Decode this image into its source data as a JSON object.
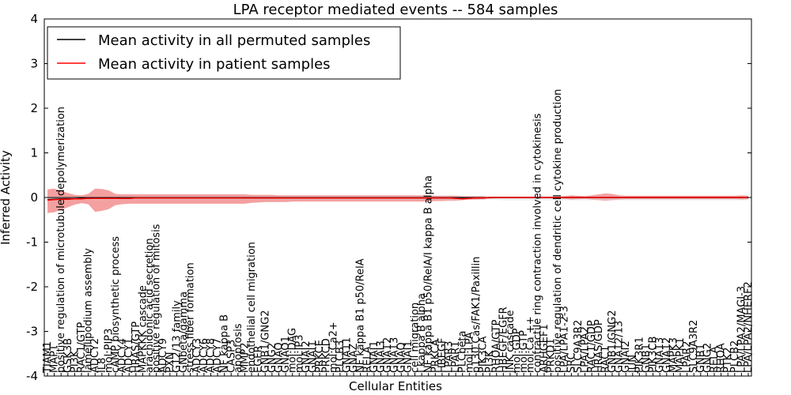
{
  "chart_data": {
    "type": "line",
    "title": "LPA receptor mediated events -- 584 samples",
    "xlabel": "Cellular Entities",
    "ylabel": "Inferred Activity",
    "ylim": [
      -4,
      4
    ],
    "yticks": [
      -4,
      -3,
      -2,
      -1,
      0,
      1,
      2,
      3,
      4
    ],
    "grid": false,
    "legend_position": "top-left",
    "legend": [
      {
        "label": "Mean activity in all permuted samples",
        "color": "#000000"
      },
      {
        "label": "Mean activity in patient samples",
        "color": "#ff0000"
      }
    ],
    "x_labels": [
      "TIAM1",
      "MAPT",
      "positive regulation of microtubule depolymerization",
      "GSK3B",
      "PI3K",
      "RAC1/GTP",
      "lamellipodium assembly",
      "ADCY2",
      "IL8",
      "mol:PIP3",
      "cAMP biosynthetic process",
      "ADCY4",
      "ADCY1",
      "HRAS/GTP",
      "MAPKKK cascade",
      "arachidonic acid secretion",
      "positive regulation of mitosis",
      "ADCY9",
      "PXN",
      "G12/13 family",
      "GNbeta/gamma",
      "stress fiber formation",
      "ADCY3",
      "ADCY6",
      "ADCY8",
      "ADCY7",
      "NF kappa B",
      "CASP3",
      "apoptosis",
      "MMP2",
      "endothelial cell migration",
      "EGFR",
      "GNB1/GNG2",
      "GNG2",
      "GNAQ",
      "GNAO1",
      "mol:DAG",
      "mol:IP3",
      "GNAI2",
      "GNAI1",
      "PRKCE",
      "PRKCD",
      "mol:Ca2+",
      "PLCB3",
      "GNA11",
      "GNAZ",
      "NF kappa B1 p50/RelA",
      "RELA",
      "GNAI1",
      "GNAI3",
      "GNA12",
      "GNA13",
      "GNAQ",
      "GNAI1",
      "cell migration",
      "I kappa B alpha",
      "NF kappa B1 p50/RelA/I kappa B alpha",
      "PRKCA",
      "HBEGF",
      "LPAR3",
      "LPAR1",
      "PLCbeta",
      "mol:LPA",
      "p130 Cas/FAK1/Paxillin",
      "PIK3CA",
      "PI3K",
      "RHOA/GTP",
      "HBEGF/EGFR",
      "JNK cascade",
      "mol:GDP",
      "mol:GTP",
      "mol:Ca ++",
      "contractile ring contraction involved in cytokinesis",
      "ARHGEF1",
      "PRKD1",
      "positive regulation of dendritic cell cytokine production",
      "LPA/LPA1-2-3",
      "SRC",
      "SLC9A3R2",
      "LPA/LPA2",
      "RAC1/GDP",
      "HRAS/GDP",
      "RAC1",
      "GNB1/GNG2",
      "GNA12/13",
      "GNAI2",
      "JUN",
      "PIK3R1",
      "GNB1",
      "PIK3CB",
      "GNA13",
      "GNA12",
      "MAPK3",
      "MAPK1",
      "LPAR2",
      "SLC9A3R2",
      "GNB1",
      "GNG2",
      "RELA",
      "RHOA",
      "PTK2",
      "PLCB2",
      "LPA/LPA2/MAGI-3",
      "LPA/LPA2/NHERF2"
    ],
    "series": [
      {
        "name": "Mean activity in all permuted samples",
        "color": "#000000",
        "values": [
          -0.05,
          -0.04,
          -0.03,
          -0.03,
          -0.03,
          -0.02,
          -0.02,
          -0.01,
          -0.01,
          -0.01,
          -0.01,
          -0.02,
          -0.02,
          -0.01,
          -0.01,
          -0.01,
          -0.01,
          -0.01,
          -0.01,
          -0.01,
          -0.01,
          -0.01,
          -0.01,
          -0.01,
          -0.01,
          -0.01,
          -0.01,
          -0.01,
          -0.01,
          -0.01,
          -0.01,
          -0.01,
          -0.01,
          -0.01,
          -0.01,
          -0.01,
          -0.01,
          -0.01,
          -0.01,
          -0.01,
          -0.01,
          -0.01,
          -0.01,
          -0.01,
          -0.01,
          -0.01,
          -0.01,
          -0.01,
          -0.01,
          -0.01,
          -0.01,
          -0.01,
          -0.01,
          -0.01,
          -0.01,
          -0.01,
          -0.01,
          -0.01,
          -0.01,
          -0.01,
          -0.01,
          -0.01,
          -0.01,
          -0.01,
          -0.01,
          0,
          0,
          0,
          0,
          0,
          0,
          0,
          0,
          0,
          0,
          0,
          0,
          0,
          0,
          0,
          0,
          0,
          0,
          0,
          0,
          0,
          0,
          0,
          0,
          0,
          0,
          0,
          0,
          0,
          0,
          0,
          0,
          0,
          0,
          0,
          0,
          0,
          0,
          0
        ]
      },
      {
        "name": "Mean activity in patient samples",
        "color": "#ff0000",
        "values": [
          -0.06,
          -0.05,
          -0.04,
          -0.04,
          -0.03,
          -0.03,
          -0.02,
          -0.02,
          -0.02,
          -0.02,
          -0.02,
          -0.02,
          -0.02,
          -0.01,
          -0.01,
          -0.01,
          -0.01,
          -0.01,
          -0.01,
          -0.01,
          -0.01,
          -0.01,
          -0.01,
          -0.01,
          -0.01,
          -0.01,
          -0.01,
          -0.01,
          -0.01,
          -0.01,
          -0.01,
          -0.01,
          -0.01,
          -0.01,
          -0.01,
          -0.01,
          -0.01,
          -0.01,
          -0.01,
          -0.01,
          -0.01,
          -0.01,
          -0.01,
          -0.01,
          -0.01,
          -0.01,
          -0.01,
          -0.01,
          -0.01,
          -0.01,
          -0.01,
          -0.01,
          -0.01,
          -0.01,
          -0.01,
          -0.01,
          -0.01,
          -0.01,
          -0.01,
          -0.01,
          -0.02,
          -0.03,
          -0.02,
          -0.01,
          -0.01,
          0,
          0,
          0,
          0,
          0,
          0,
          0,
          0,
          0,
          0,
          0,
          0,
          0,
          0,
          0,
          0,
          0,
          0,
          0,
          0,
          0,
          0,
          0,
          0,
          0,
          0,
          0,
          0,
          0,
          0,
          0,
          0,
          0,
          0,
          0,
          0,
          0,
          0,
          0
        ]
      }
    ],
    "bands": [
      {
        "name": "Mean activity in patient samples",
        "color": "#f08080",
        "upper": [
          0.18,
          0.2,
          0.15,
          0.1,
          0.06,
          0.05,
          0.08,
          0.2,
          0.19,
          0.16,
          0.08,
          0.07,
          0.07,
          0.07,
          0.07,
          0.07,
          0.07,
          0.07,
          0.07,
          0.07,
          0.07,
          0.07,
          0.07,
          0.07,
          0.07,
          0.07,
          0.07,
          0.07,
          0.07,
          0.07,
          0.06,
          0.06,
          0.06,
          0.06,
          0.05,
          0.05,
          0.05,
          0.05,
          0.05,
          0.05,
          0.05,
          0.05,
          0.05,
          0.05,
          0.05,
          0.05,
          0.05,
          0.05,
          0.05,
          0.05,
          0.05,
          0.05,
          0.05,
          0.05,
          0.05,
          0.05,
          0.05,
          0.04,
          0.04,
          0.04,
          0.04,
          0.03,
          0.03,
          0.03,
          0.03,
          0.02,
          0.02,
          0.02,
          0.02,
          0.02,
          0.02,
          0.02,
          0.02,
          0.02,
          0.02,
          0.02,
          0.03,
          0.05,
          0.04,
          0.03,
          0.05,
          0.07,
          0.09,
          0.08,
          0.05,
          0.04,
          0.04,
          0.04,
          0.04,
          0.04,
          0.04,
          0.04,
          0.04,
          0.04,
          0.04,
          0.04,
          0.04,
          0.04,
          0.04,
          0.04,
          0.04,
          0.04,
          0.05,
          0.04
        ],
        "lower": [
          -0.35,
          -0.33,
          -0.28,
          -0.22,
          -0.16,
          -0.13,
          -0.15,
          -0.32,
          -0.3,
          -0.26,
          -0.17,
          -0.15,
          -0.14,
          -0.14,
          -0.14,
          -0.14,
          -0.14,
          -0.14,
          -0.14,
          -0.14,
          -0.14,
          -0.14,
          -0.14,
          -0.14,
          -0.14,
          -0.14,
          -0.14,
          -0.14,
          -0.14,
          -0.14,
          -0.12,
          -0.11,
          -0.1,
          -0.1,
          -0.1,
          -0.1,
          -0.09,
          -0.09,
          -0.09,
          -0.09,
          -0.09,
          -0.09,
          -0.09,
          -0.09,
          -0.09,
          -0.09,
          -0.09,
          -0.09,
          -0.09,
          -0.09,
          -0.09,
          -0.09,
          -0.09,
          -0.09,
          -0.09,
          -0.09,
          -0.09,
          -0.08,
          -0.08,
          -0.07,
          -0.07,
          -0.06,
          -0.05,
          -0.05,
          -0.04,
          -0.03,
          -0.02,
          -0.02,
          -0.02,
          -0.02,
          -0.02,
          -0.02,
          -0.02,
          -0.02,
          -0.02,
          -0.02,
          -0.03,
          -0.05,
          -0.04,
          -0.03,
          -0.05,
          -0.06,
          -0.07,
          -0.06,
          -0.05,
          -0.04,
          -0.04,
          -0.04,
          -0.04,
          -0.04,
          -0.04,
          -0.04,
          -0.04,
          -0.04,
          -0.04,
          -0.04,
          -0.04,
          -0.04,
          -0.04,
          -0.04,
          -0.04,
          -0.04,
          -0.05,
          -0.04
        ]
      },
      {
        "name": "Mean activity in all permuted samples",
        "color": "#d0d0d0",
        "upper": [
          0.02,
          0.02,
          0.02,
          0.02,
          0.02,
          0.02,
          0.02,
          0.02,
          0.02,
          0.02,
          0.02,
          0.02,
          0.02,
          0.02,
          0.02,
          0.02,
          0.02,
          0.02,
          0.02,
          0.02,
          0.02,
          0.02,
          0.02,
          0.02,
          0.02,
          0.02,
          0.02,
          0.02,
          0.02,
          0.02,
          0.02,
          0.02,
          0.02,
          0.02,
          0.02,
          0.02,
          0.02,
          0.02,
          0.02,
          0.02,
          0.02,
          0.02,
          0.02,
          0.02,
          0.02,
          0.02,
          0.02,
          0.02,
          0.02,
          0.02,
          0.02,
          0.02,
          0.02,
          0.02,
          0.02,
          0.02,
          0.02,
          0.02,
          0.02,
          0.02,
          0.02,
          0.02,
          0.02,
          0.02,
          0.02,
          0.02,
          0.02,
          0.02,
          0.02,
          0.02,
          0.02,
          0.02,
          0.02,
          0.02,
          0.02,
          0.02,
          0.02,
          0.02,
          0.02,
          0.02,
          0.02,
          0.02,
          0.02,
          0.02,
          0.02,
          0.02,
          0.02,
          0.02,
          0.02,
          0.02,
          0.02,
          0.02,
          0.02,
          0.02,
          0.02,
          0.02,
          0.02,
          0.02,
          0.02,
          0.02,
          0.02,
          0.02,
          0.02,
          0.02
        ],
        "lower": [
          -0.08,
          -0.07,
          -0.06,
          -0.05,
          -0.05,
          -0.05,
          -0.05,
          -0.06,
          -0.06,
          -0.05,
          -0.05,
          -0.05,
          -0.05,
          -0.05,
          -0.05,
          -0.05,
          -0.05,
          -0.05,
          -0.05,
          -0.05,
          -0.05,
          -0.05,
          -0.05,
          -0.05,
          -0.05,
          -0.05,
          -0.05,
          -0.05,
          -0.05,
          -0.05,
          -0.05,
          -0.05,
          -0.05,
          -0.05,
          -0.05,
          -0.05,
          -0.05,
          -0.05,
          -0.05,
          -0.05,
          -0.05,
          -0.05,
          -0.05,
          -0.05,
          -0.05,
          -0.05,
          -0.05,
          -0.05,
          -0.05,
          -0.05,
          -0.05,
          -0.05,
          -0.05,
          -0.05,
          -0.05,
          -0.05,
          -0.05,
          -0.05,
          -0.05,
          -0.05,
          -0.05,
          -0.05,
          -0.05,
          -0.05,
          -0.05,
          -0.05,
          -0.05,
          -0.06,
          -0.06,
          -0.06,
          -0.06,
          -0.06,
          -0.06,
          -0.06,
          -0.06,
          -0.06,
          -0.06,
          -0.06,
          -0.06,
          -0.06,
          -0.06,
          -0.06,
          -0.06,
          -0.06,
          -0.06,
          -0.06,
          -0.06,
          -0.06,
          -0.06,
          -0.06,
          -0.06,
          -0.06,
          -0.06,
          -0.06,
          -0.06,
          -0.06,
          -0.06,
          -0.06,
          -0.06,
          -0.06,
          -0.06,
          -0.06,
          -0.06,
          -0.06
        ]
      }
    ]
  }
}
